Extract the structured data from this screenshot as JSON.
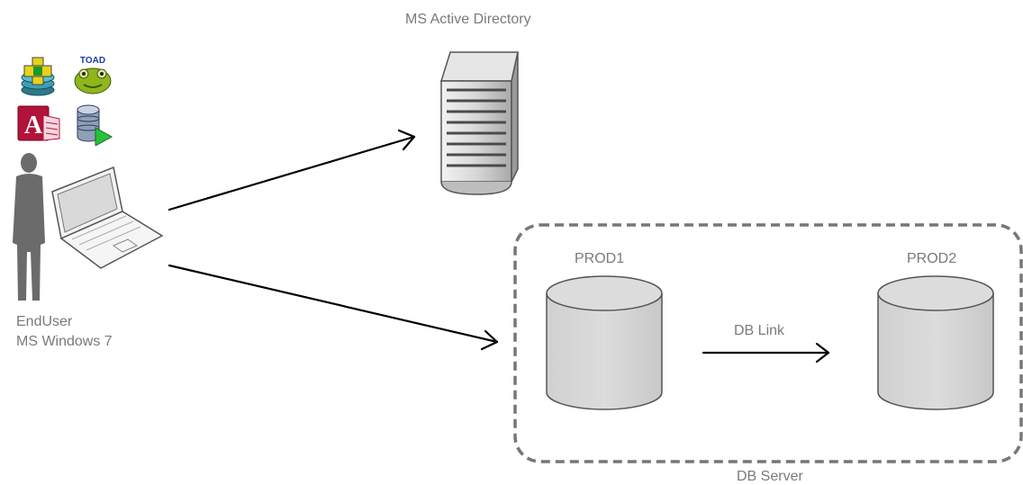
{
  "labels": {
    "active_directory": "MS Active Directory",
    "prod1": "PROD1",
    "prod2": "PROD2",
    "db_link": "DB Link",
    "db_server": "DB Server",
    "end_user": "EndUser",
    "os": "MS Windows 7"
  },
  "app_icons": [
    "database-add-icon",
    "toad-icon",
    "ms-access-icon",
    "database-run-icon"
  ],
  "toad_text": "TOAD",
  "colors": {
    "label": "#7a7a7a",
    "cylinder_fill": "#d4d4d4",
    "cylinder_stroke": "#555555",
    "server_dashed_border": "#777777",
    "arrow": "#000000",
    "person": "#6b6b6b",
    "rack": "#5a5a5a"
  }
}
